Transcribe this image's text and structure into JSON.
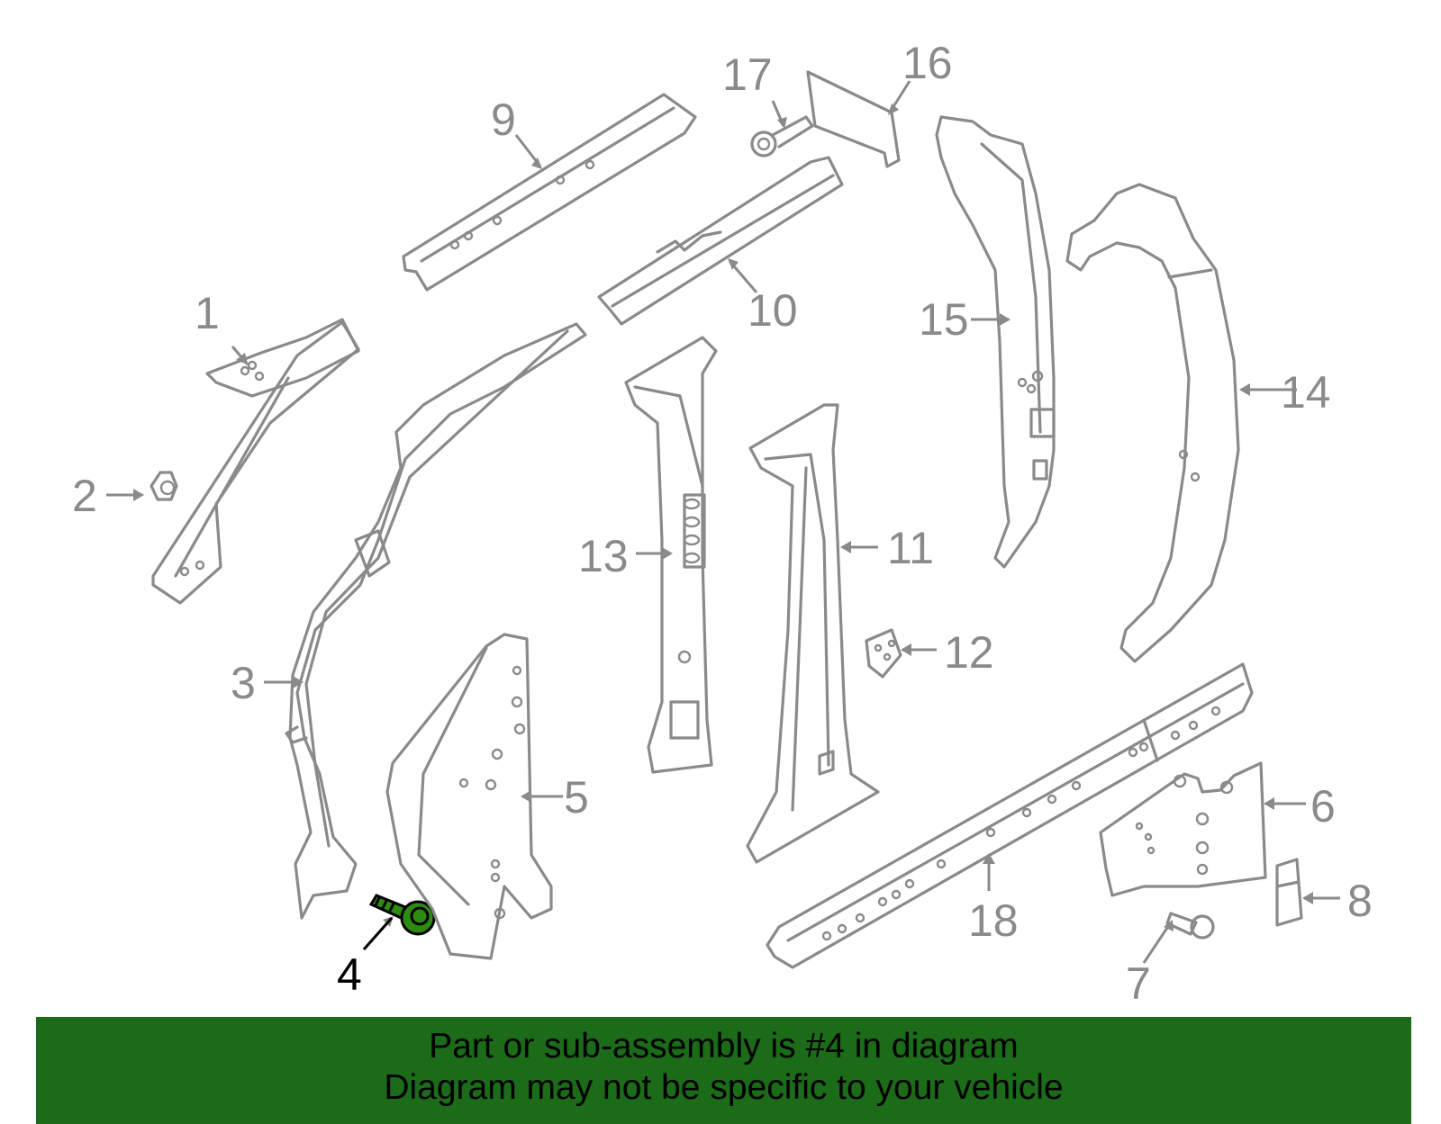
{
  "callouts": {
    "c1": "1",
    "c2": "2",
    "c3": "3",
    "c4": "4",
    "c5": "5",
    "c6": "6",
    "c7": "7",
    "c8": "8",
    "c9": "9",
    "c10": "10",
    "c11": "11",
    "c12": "12",
    "c13": "13",
    "c14": "14",
    "c15": "15",
    "c16": "16",
    "c17": "17",
    "c18": "18"
  },
  "highlighted_part": "4",
  "colors": {
    "line": "#8a8a8a",
    "highlight": "#2e8b12",
    "banner_bg": "#1b6b19",
    "banner_text": "#000000"
  },
  "banner": {
    "line1": "Part or sub-assembly is #4 in diagram",
    "line2": "Diagram may not be specific to your vehicle"
  }
}
